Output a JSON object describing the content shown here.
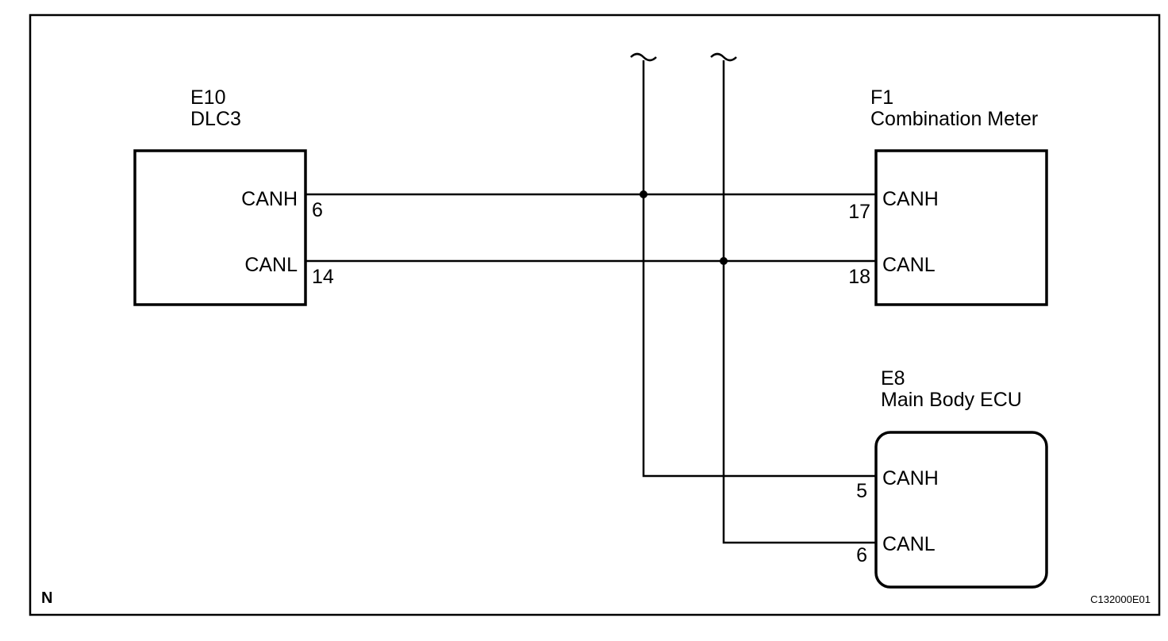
{
  "components": {
    "dlc3": {
      "code": "E10",
      "name": "DLC3",
      "pins": [
        {
          "signal": "CANH",
          "pin": "6"
        },
        {
          "signal": "CANL",
          "pin": "14"
        }
      ]
    },
    "combination_meter": {
      "code": "F1",
      "name": "Combination Meter",
      "pins": [
        {
          "signal": "CANH",
          "pin": "17"
        },
        {
          "signal": "CANL",
          "pin": "18"
        }
      ]
    },
    "main_body_ecu": {
      "code": "E8",
      "name": "Main Body ECU",
      "pins": [
        {
          "signal": "CANH",
          "pin": "5"
        },
        {
          "signal": "CANL",
          "pin": "6"
        }
      ]
    }
  },
  "corner_mark": "N",
  "figure_id": "C132000E01"
}
